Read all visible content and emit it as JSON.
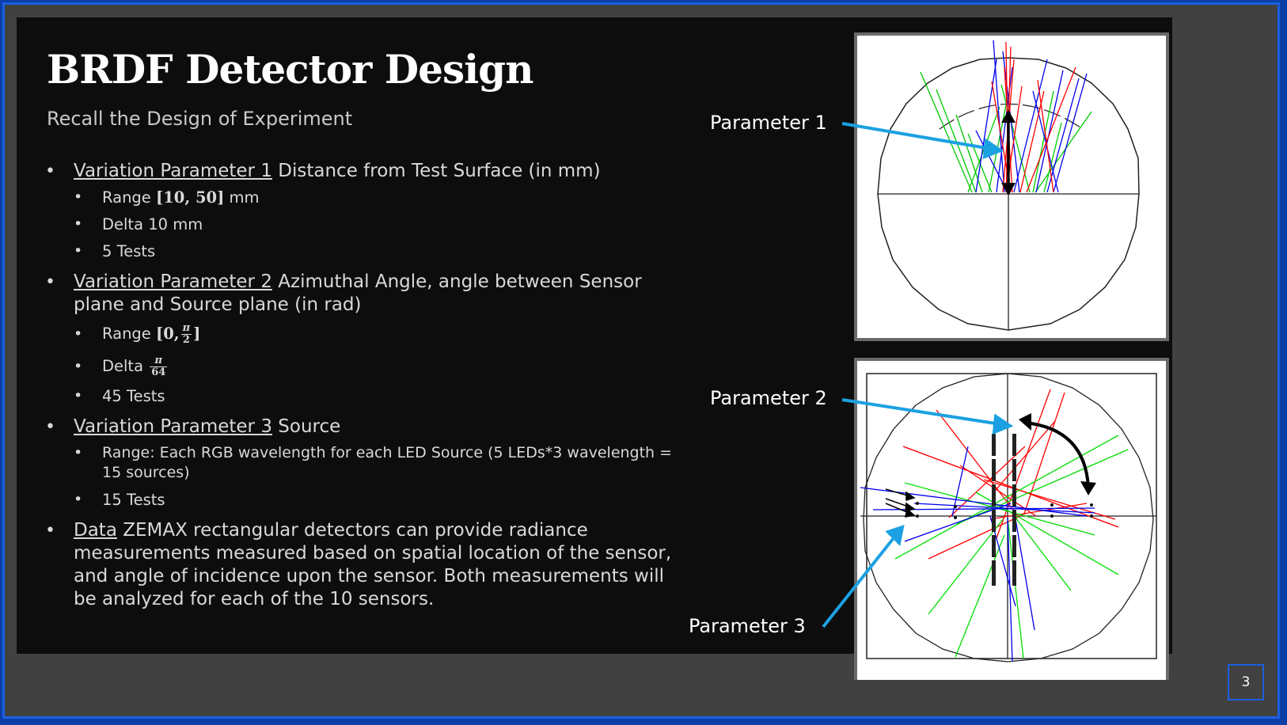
{
  "title": "BRDF Detector Design",
  "subtitle": "Recall the Design of Experiment",
  "bullets": [
    {
      "head": "Variation Parameter 1",
      "text": " Distance from Test Surface (in mm)",
      "subs": [
        {
          "pre": "Range ",
          "math": "[10, 50]",
          "post": " mm"
        },
        {
          "pre": "Delta 10 mm"
        },
        {
          "pre": "5 Tests"
        }
      ]
    },
    {
      "head": "Variation Parameter 2",
      "text": " Azimuthal Angle, angle between Sensor plane and Source plane (in rad)",
      "subs": [
        {
          "pre": "Range ",
          "math_open": "[0,",
          "frac_num": "π",
          "frac_den": "2",
          "math_close": "]"
        },
        {
          "pre": "Delta ",
          "frac_num": "π",
          "frac_den": "64"
        },
        {
          "pre": "45 Tests"
        }
      ]
    },
    {
      "head": "Variation Parameter 3",
      "text": " Source",
      "subs": [
        {
          "pre": "Range: Each RGB wavelength for each LED  Source (5 LEDs*3 wavelength = 15 sources)"
        },
        {
          "pre": "15 Tests"
        }
      ]
    },
    {
      "head": "Data",
      "text": " ZEMAX rectangular detectors can provide radiance measurements measured based on spatial location of the sensor, and angle of incidence upon the sensor. Both measurements will be analyzed for each of the 10 sensors.",
      "subs": []
    }
  ],
  "labels": {
    "param1": "Parameter 1",
    "param2": "Parameter 2",
    "param3": "Parameter 3"
  },
  "page_number": "3",
  "colors": {
    "frame_border": "#1a5fe0",
    "arrow": "#1ba1e2",
    "ray_red": "#ff0000",
    "ray_green": "#00dd00",
    "ray_blue": "#0000ff"
  }
}
